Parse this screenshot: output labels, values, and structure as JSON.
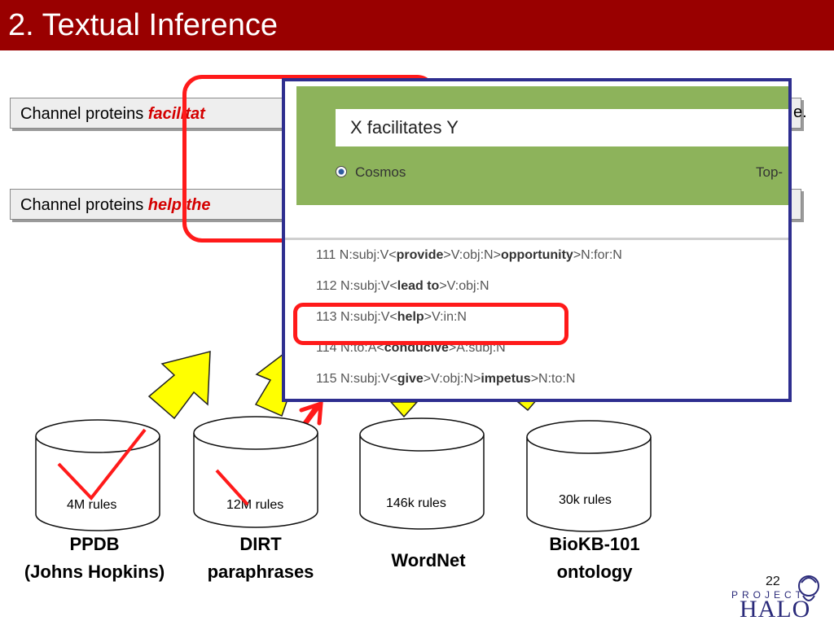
{
  "slide": {
    "title": "2. Textual Inference",
    "page_number": "22",
    "brand_color": "#990000"
  },
  "sentences": [
    {
      "prefix": "Channel proteins ",
      "highlight": "facilitat",
      "tail": "e."
    },
    {
      "prefix": "Channel proteins ",
      "highlight": "help the",
      "tail": ""
    }
  ],
  "search_panel": {
    "query": "X facilitates Y",
    "radio_label": "Cosmos",
    "top_label": "Top-",
    "rules": [
      {
        "num": "111",
        "parts": [
          [
            "N:subj:V<",
            false
          ],
          [
            "provide",
            true
          ],
          [
            ">V:obj:N>",
            false
          ],
          [
            "opportunity",
            true
          ],
          [
            ">N:for:N",
            false
          ]
        ]
      },
      {
        "num": "112",
        "parts": [
          [
            "N:subj:V<",
            false
          ],
          [
            "lead to",
            true
          ],
          [
            ">V:obj:N",
            false
          ]
        ]
      },
      {
        "num": "113",
        "parts": [
          [
            "N:subj:V<",
            false
          ],
          [
            "help",
            true
          ],
          [
            ">V:in:N",
            false
          ]
        ]
      },
      {
        "num": "114",
        "parts": [
          [
            "N:to:A<",
            false
          ],
          [
            "conducive",
            true
          ],
          [
            ">A:subj:N",
            false
          ]
        ]
      },
      {
        "num": "115",
        "parts": [
          [
            "N:subj:V<",
            false
          ],
          [
            "give",
            true
          ],
          [
            ">V:obj:N>",
            false
          ],
          [
            "impetus",
            true
          ],
          [
            ">N:to:N",
            false
          ]
        ]
      }
    ]
  },
  "knowledge_bases": [
    {
      "rules": "4M rules",
      "name_lines": [
        "PPDB",
        "(Johns Hopkins)"
      ],
      "checked": true
    },
    {
      "rules": "12M rules",
      "name_lines": [
        "DIRT",
        "paraphrases"
      ],
      "checked": true
    },
    {
      "rules": "146k  rules",
      "name_lines": [
        "WordNet"
      ],
      "checked": false
    },
    {
      "rules": "30k  rules",
      "name_lines": [
        "BioKB-101",
        "ontology"
      ],
      "checked": false
    }
  ],
  "logo": {
    "top": "PROJECT",
    "main": "HALO"
  },
  "colors": {
    "highlight": "#ff1a1a",
    "arrow_fill": "#ffff00",
    "panel_border": "#2e2e8f",
    "panel_green": "#8db35b"
  }
}
